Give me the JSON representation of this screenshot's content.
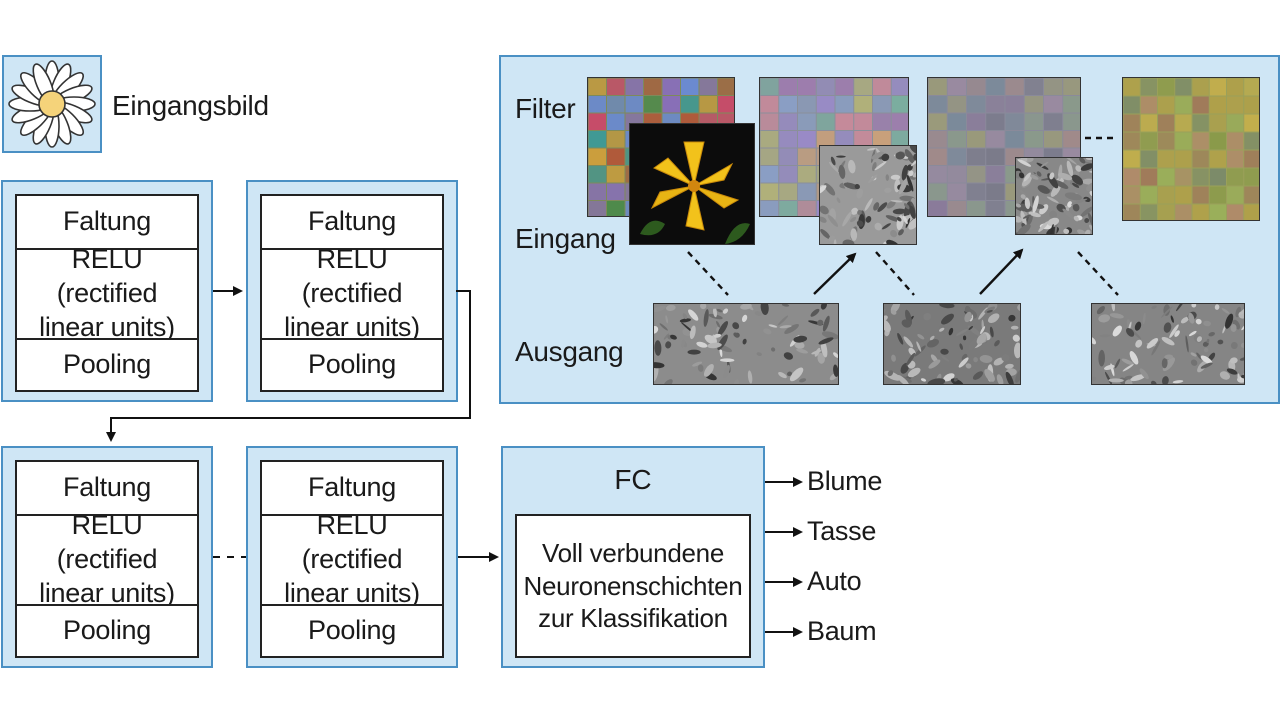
{
  "input": {
    "label": "Eingangsbild",
    "icon": "daisy-flower-icon"
  },
  "cnn_blocks": [
    {
      "conv": "Faltung",
      "relu": "RELU (rectified linear units)",
      "pool": "Pooling"
    },
    {
      "conv": "Faltung",
      "relu": "RELU (rectified linear units)",
      "pool": "Pooling"
    },
    {
      "conv": "Faltung",
      "relu": "RELU (rectified linear units)",
      "pool": "Pooling"
    },
    {
      "conv": "Faltung",
      "relu": "RELU (rectified linear units)",
      "pool": "Pooling"
    }
  ],
  "fc": {
    "title": "FC",
    "text": "Voll verbundene Neuronenschichten zur Klassifikation"
  },
  "outputs": [
    "Blume",
    "Tasse",
    "Auto",
    "Baum"
  ],
  "visual": {
    "filter_label": "Filter",
    "input_label": "Eingang",
    "output_label": "Ausgang"
  },
  "colors": {
    "panel_fill": "#cfe6f5",
    "panel_border": "#4a90c4",
    "flower_petal": "#ffffff",
    "flower_center": "#f5d37a",
    "lily": "#f2c21b"
  }
}
